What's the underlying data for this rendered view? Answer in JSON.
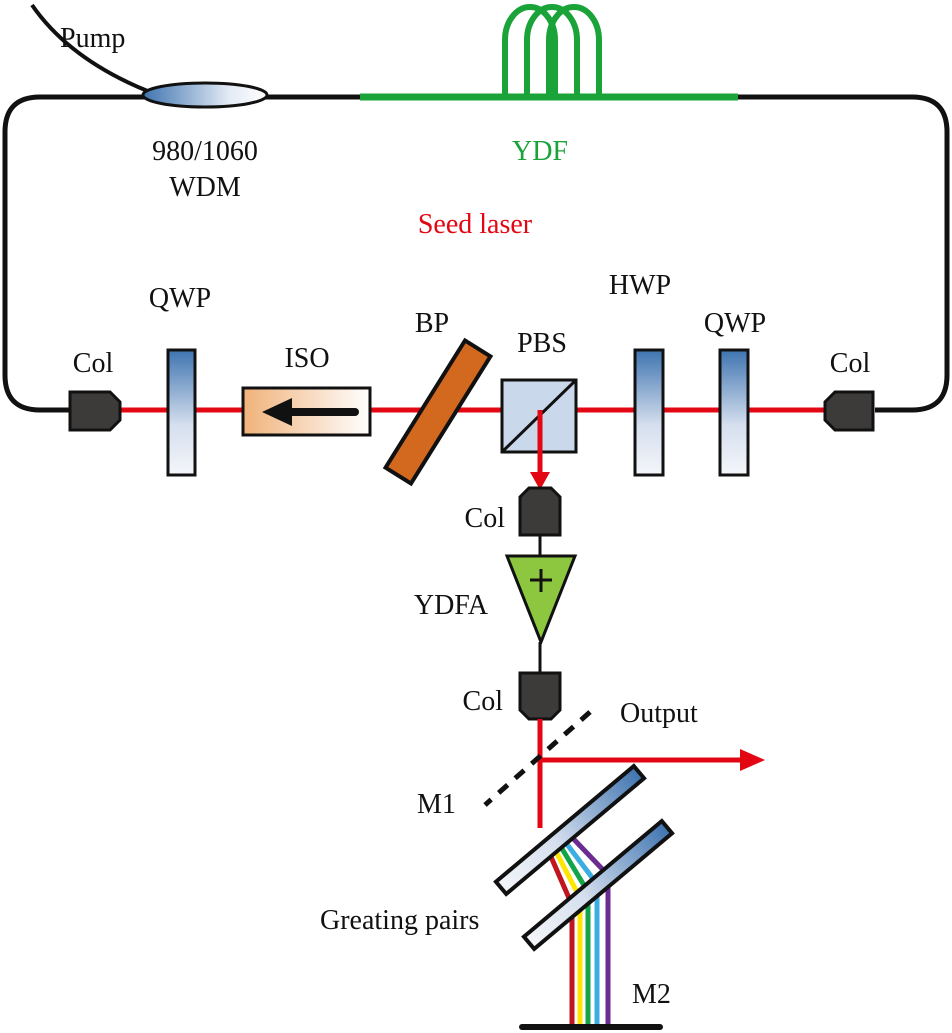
{
  "labels": {
    "pump": "Pump",
    "wdm_line1": "980/1060",
    "wdm_line2": "WDM",
    "ydf": "YDF",
    "seed_laser": "Seed laser",
    "qwp_left": "QWP",
    "col_left": "Col",
    "iso": "ISO",
    "bp": "BP",
    "pbs": "PBS",
    "hwp": "HWP",
    "qwp_right": "QWP",
    "col_right": "Col",
    "col_upper": "Col",
    "ydfa": "YDFA",
    "col_lower": "Col",
    "output": "Output",
    "m1": "M1",
    "grating_pairs": "Greating pairs",
    "m2": "M2"
  },
  "colors": {
    "beam": "#e30613",
    "fiber_gain": "#1aa339",
    "bp": "#d2691e",
    "ydfa": "#8dc63f",
    "spectrum": [
      "#c1151f",
      "#ffe600",
      "#12a54a",
      "#3aaee0",
      "#6b2c91"
    ]
  }
}
